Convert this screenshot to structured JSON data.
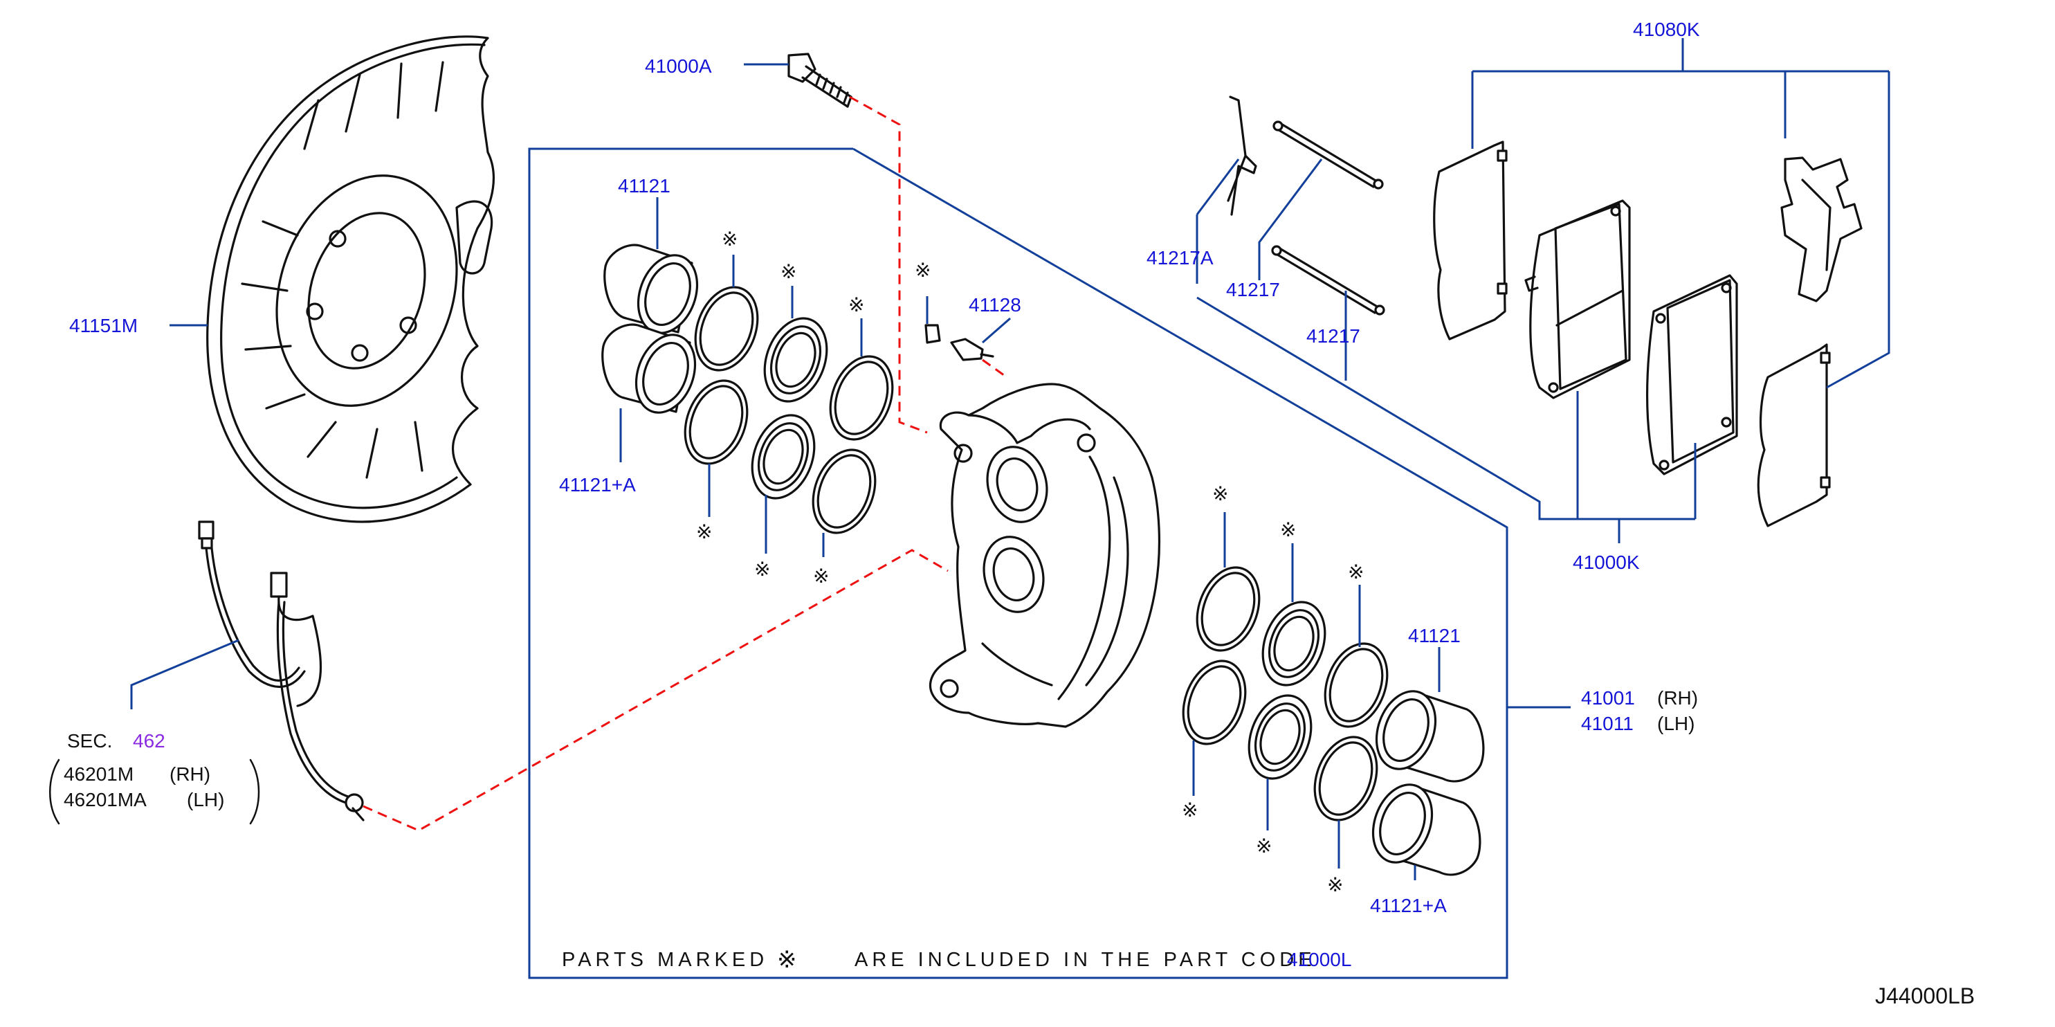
{
  "diagram_code": "J44000LB",
  "colors": {
    "label": "#1515d8",
    "leader": "#123f9a",
    "dashed": "#ee1111",
    "sec_link": "#8a2be2",
    "outline": "#111111"
  },
  "labels": {
    "bolt": "41000A",
    "pad_kit": "41080K",
    "spring": "41217A",
    "pin_upper": "41217",
    "pin_lower": "41217",
    "dust_shield": "41151M",
    "piston_upper_left": "41121",
    "piston_left_lower": "41121+A",
    "bleeder": "41128",
    "pad_set": "41000K",
    "caliper_rh": "41001",
    "caliper_lh": "41011",
    "rh": "(RH)",
    "lh": "(LH)",
    "piston_right": "41121",
    "piston_right_lower": "41121+A"
  },
  "kome_mark": "※",
  "hose": {
    "sec_prefix": "SEC.",
    "sec_number": "462",
    "rh_part": "46201M",
    "rh_side": "(RH)",
    "lh_part": "46201MA",
    "lh_side": "(LH)"
  },
  "footnote": {
    "prefix": "PARTS  MARKED",
    "suffix": "ARE  INCLUDED  IN  THE  PART  CODE",
    "code": "41000L"
  }
}
